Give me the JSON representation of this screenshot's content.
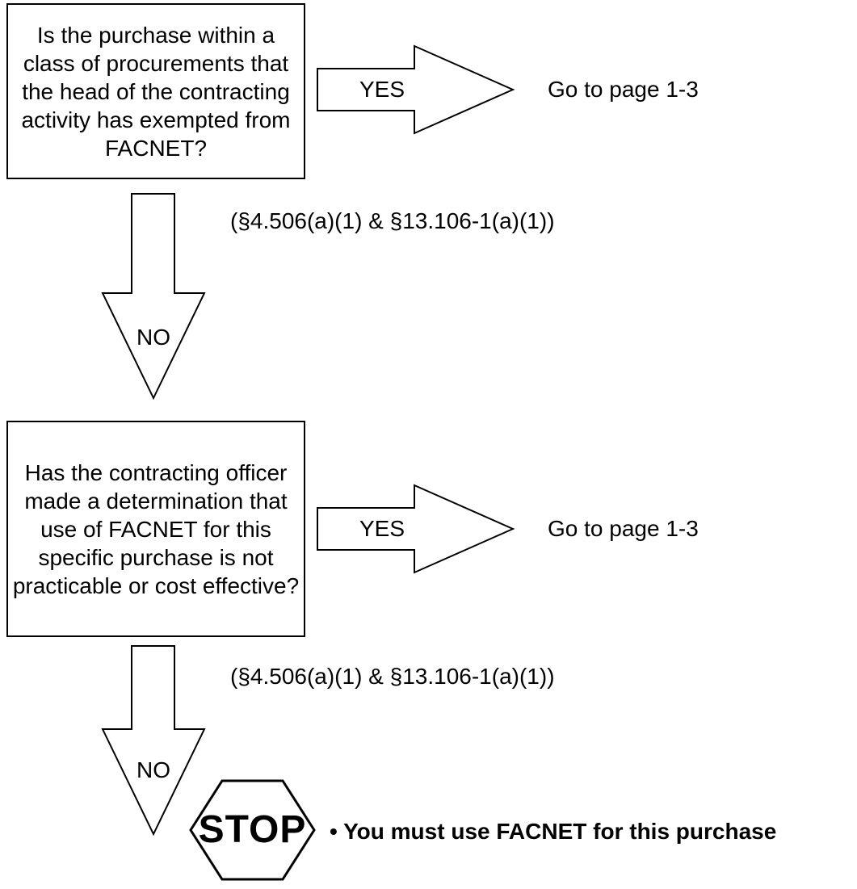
{
  "question1": "Is the purchase within a class of procurements that the head of the contracting activity has exempted from FACNET?",
  "question2": "Has the contracting officer made a determination that use of FACNET for this specific purchase is not practicable or cost effective?",
  "yes_label": "YES",
  "no_label": "NO",
  "goto1": "Go to page 1-3",
  "goto2": "Go to page 1-3",
  "citation1": "(§4.506(a)(1) & §13.106-1(a)(1))",
  "citation2": "(§4.506(a)(1) & §13.106-1(a)(1))",
  "stop_sign": "STOP",
  "stop_message": "• You must use FACNET for this purchase"
}
